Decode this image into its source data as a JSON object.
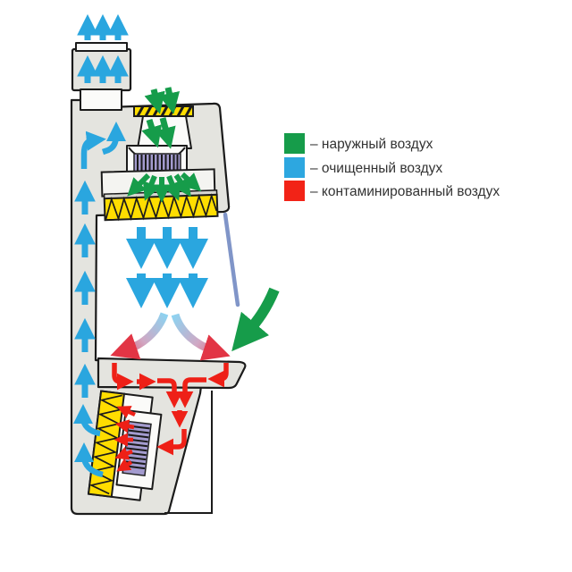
{
  "legend": {
    "items": [
      {
        "color": "#169c4a",
        "label": "– наружный воздух"
      },
      {
        "color": "#2da7e0",
        "label": "– очищенный воздух"
      },
      {
        "color": "#f22317",
        "label": "– контаминированный воздух"
      }
    ]
  },
  "colors": {
    "outside_air": "#169c4a",
    "cleaned_air": "#2aa6df",
    "contaminated_air": "#ee2017",
    "body_gray": "#e4e4df",
    "duct_white": "#fbfbf9",
    "filter_yellow": "#ffdd00",
    "fan_purple": "#a39bce",
    "sash_blue": "#8095c8",
    "outline": "#1b1b1b"
  }
}
